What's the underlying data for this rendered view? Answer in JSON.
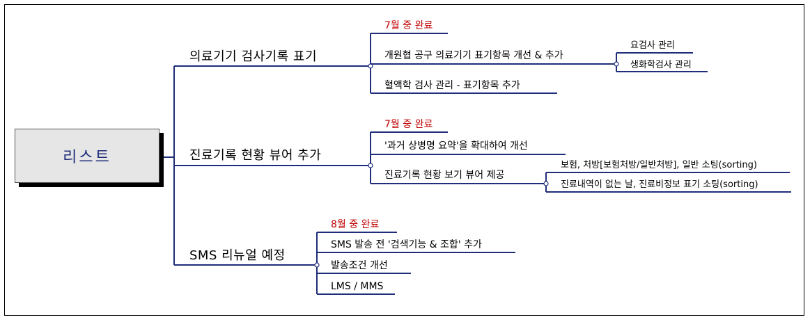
{
  "root": {
    "label": "리스트"
  },
  "branches": [
    {
      "label": "의료기기 검사기록 표기",
      "children": [
        {
          "label": "7월 중 완료",
          "highlight": true
        },
        {
          "label": "개원협 공구 의료기기 표기항목 개선 & 추가",
          "children": [
            {
              "label": "요검사 관리"
            },
            {
              "label": "생화학검사 관리"
            }
          ]
        },
        {
          "label": "혈액학 검사 관리 - 표기항목 추가"
        }
      ]
    },
    {
      "label": "진료기록 현황 뷰어 추가",
      "children": [
        {
          "label": "7월 중 완료",
          "highlight": true
        },
        {
          "label": "'과거 상병명 요약'을 확대하여 개선"
        },
        {
          "label": "진료기록 현황 보기 뷰어 제공",
          "children": [
            {
              "label": "보험, 처방[보험처방/일반처방], 일반 소팅(sorting)"
            },
            {
              "label": "진료내역이 없는 날, 진료비정보 표기 소팅(sorting)"
            }
          ]
        }
      ]
    },
    {
      "label": "SMS 리뉴얼 예정",
      "children": [
        {
          "label": "8월 중 완료",
          "highlight": true
        },
        {
          "label": "SMS 발송 전 '검색기능 & 조합' 추가"
        },
        {
          "label": "발송조건 개선"
        },
        {
          "label": "LMS / MMS"
        }
      ]
    }
  ],
  "colors": {
    "line": "#1f2d7a",
    "highlight_text": "#c00000",
    "root_fill": "#e6e6e6",
    "root_text": "#1f2d7a"
  }
}
